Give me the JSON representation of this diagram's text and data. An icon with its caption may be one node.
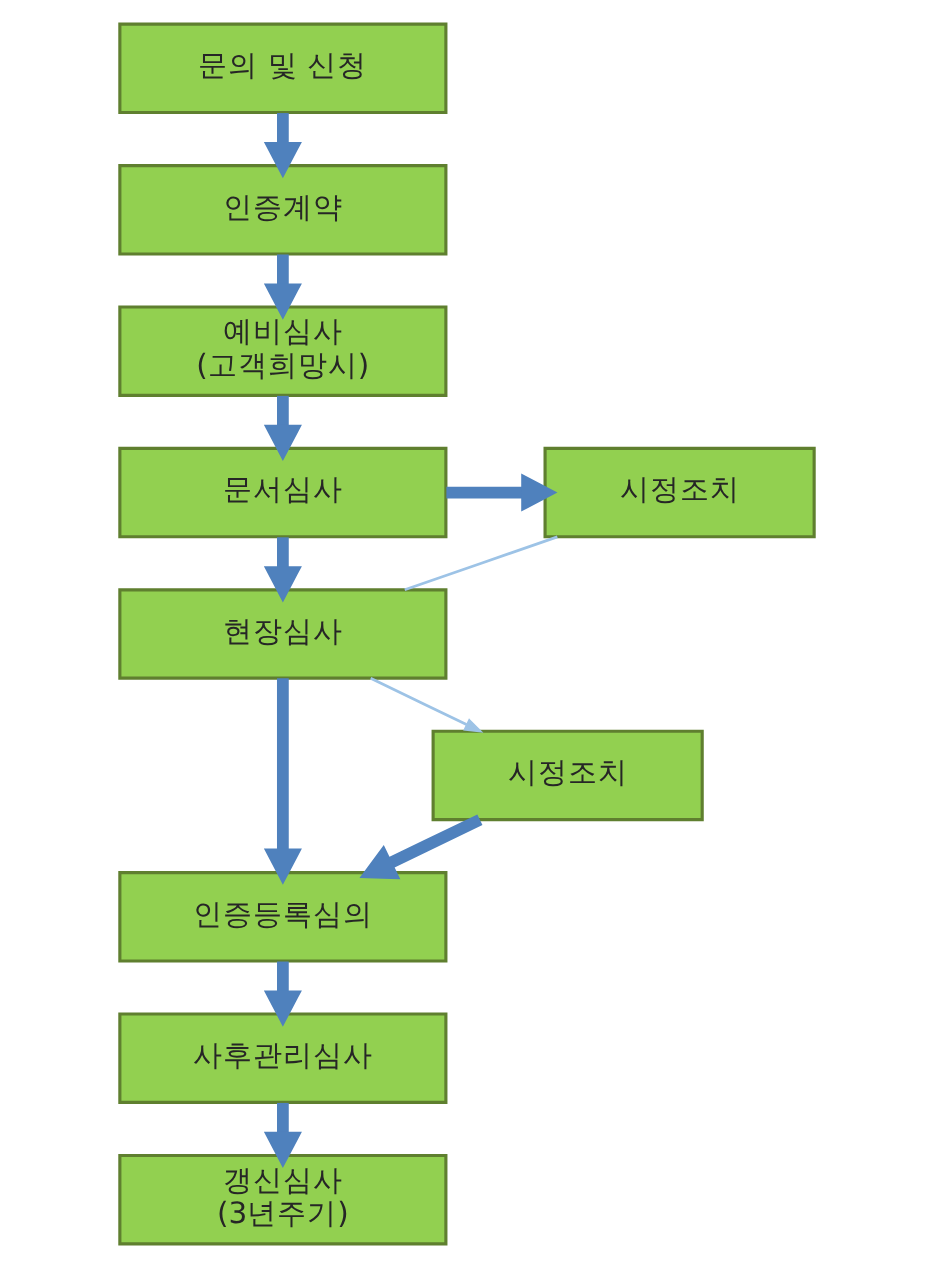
{
  "diagram": {
    "nodes": [
      {
        "text": [
          "문의 및 신청"
        ]
      },
      {
        "text": [
          "인증계약"
        ]
      },
      {
        "text": [
          "예비심사",
          "(고객희망시)"
        ]
      },
      {
        "text": [
          "문서심사"
        ]
      },
      {
        "text": [
          "현장심사"
        ]
      },
      {
        "text": [
          "인증등록심의"
        ]
      },
      {
        "text": [
          "사후관리심사"
        ]
      },
      {
        "text": [
          "갱신심사",
          "(3년주기)"
        ]
      },
      {
        "text": [
          "시정조치"
        ]
      },
      {
        "text": [
          "시정조치"
        ]
      }
    ],
    "edges": [
      {
        "from": 0,
        "to": 1,
        "arrow": "to"
      },
      {
        "from": 1,
        "to": 2,
        "arrow": "to"
      },
      {
        "from": 2,
        "to": 3,
        "arrow": "to"
      },
      {
        "from": 3,
        "to": 8,
        "arrow": "to"
      },
      {
        "from": 3,
        "to": 4,
        "arrow": "to"
      },
      {
        "from": 4,
        "to": 8,
        "arrow": "none",
        "color": "#9dc3e6"
      },
      {
        "from": 4,
        "to": 9,
        "arrow": "to",
        "color": "#9dc3e6"
      },
      {
        "from": 4,
        "to": 5,
        "arrow": "to"
      },
      {
        "from": 9,
        "to": 5,
        "arrow": "to"
      },
      {
        "from": 5,
        "to": 6,
        "arrow": "to"
      },
      {
        "from": 6,
        "to": 7,
        "arrow": "to"
      }
    ]
  }
}
